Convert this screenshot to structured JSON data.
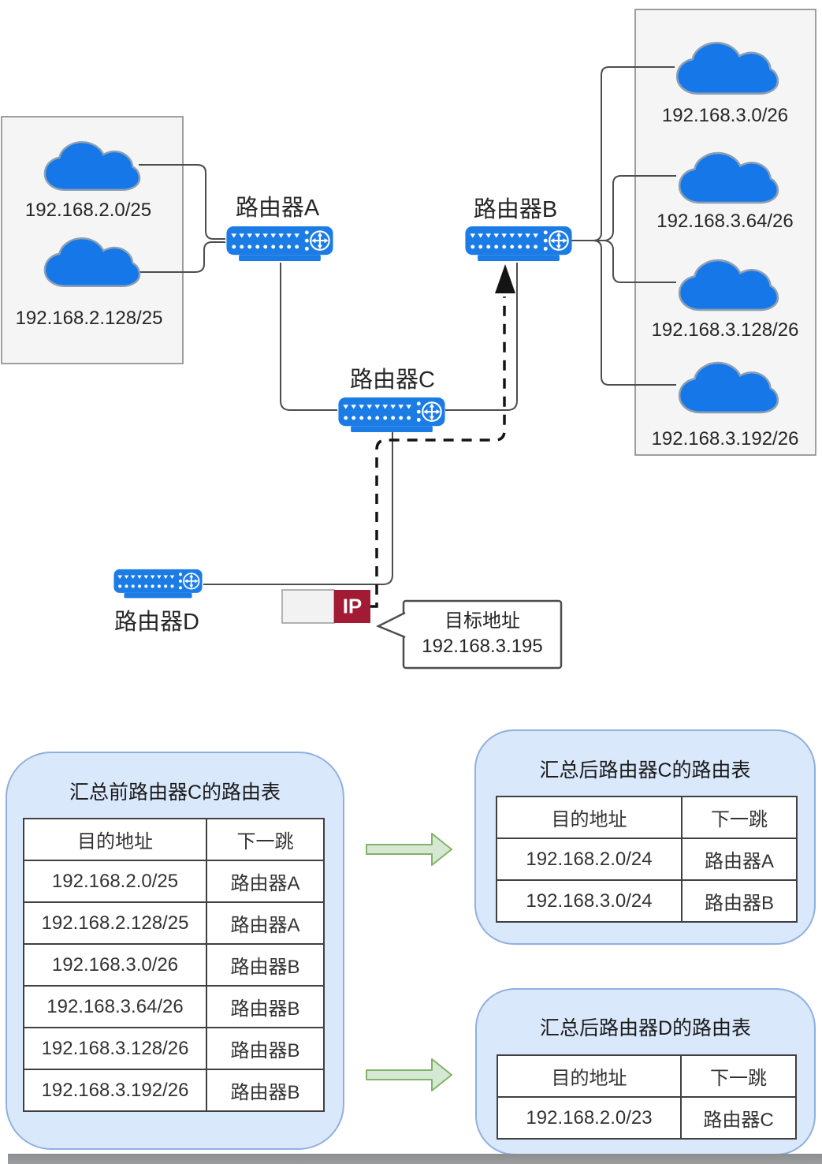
{
  "colors": {
    "cloud-fill": "#1678E8",
    "cloud-stroke": "#8DA0B3",
    "router-fill": "#1C7CE5",
    "net-box-fill": "#F5F5F5",
    "net-box-stroke": "#808080",
    "panel-fill": "#DAE8FC",
    "panel-stroke": "#8FB0DF",
    "table-border": "#404040",
    "text": "#262626",
    "line": "#4D4D4D",
    "dash": "#141414",
    "arrow-fill": "#D5E8D4",
    "arrow-stroke": "#82B366",
    "packet-red": "#A21A33",
    "packet-gray": "#F2F2F2",
    "packet-gray-stroke": "#9B9B9B",
    "callout-stroke": "#4D4D4D"
  },
  "diagram": {
    "routers": {
      "a": {
        "label": "路由器A"
      },
      "b": {
        "label": "路由器B"
      },
      "c": {
        "label": "路由器C"
      },
      "d": {
        "label": "路由器D"
      }
    },
    "networks": {
      "left": [
        "192.168.2.0/25",
        "192.168.2.128/25"
      ],
      "right": [
        "192.168.3.0/26",
        "192.168.3.64/26",
        "192.168.3.128/26",
        "192.168.3.192/26"
      ]
    },
    "packet": {
      "label": "IP"
    },
    "callout": {
      "line1": "目标地址",
      "line2": "192.168.3.195"
    }
  },
  "tables": {
    "before_c": {
      "title": "汇总前路由器C的路由表",
      "headers": [
        "目的地址",
        "下一跳"
      ],
      "rows": [
        [
          "192.168.2.0/25",
          "路由器A"
        ],
        [
          "192.168.2.128/25",
          "路由器A"
        ],
        [
          "192.168.3.0/26",
          "路由器B"
        ],
        [
          "192.168.3.64/26",
          "路由器B"
        ],
        [
          "192.168.3.128/26",
          "路由器B"
        ],
        [
          "192.168.3.192/26",
          "路由器B"
        ]
      ]
    },
    "after_c": {
      "title": "汇总后路由器C的路由表",
      "headers": [
        "目的地址",
        "下一跳"
      ],
      "rows": [
        [
          "192.168.2.0/24",
          "路由器A"
        ],
        [
          "192.168.3.0/24",
          "路由器B"
        ]
      ]
    },
    "after_d": {
      "title": "汇总后路由器D的路由表",
      "headers": [
        "目的地址",
        "下一跳"
      ],
      "rows": [
        [
          "192.168.2.0/23",
          "路由器C"
        ]
      ]
    }
  }
}
